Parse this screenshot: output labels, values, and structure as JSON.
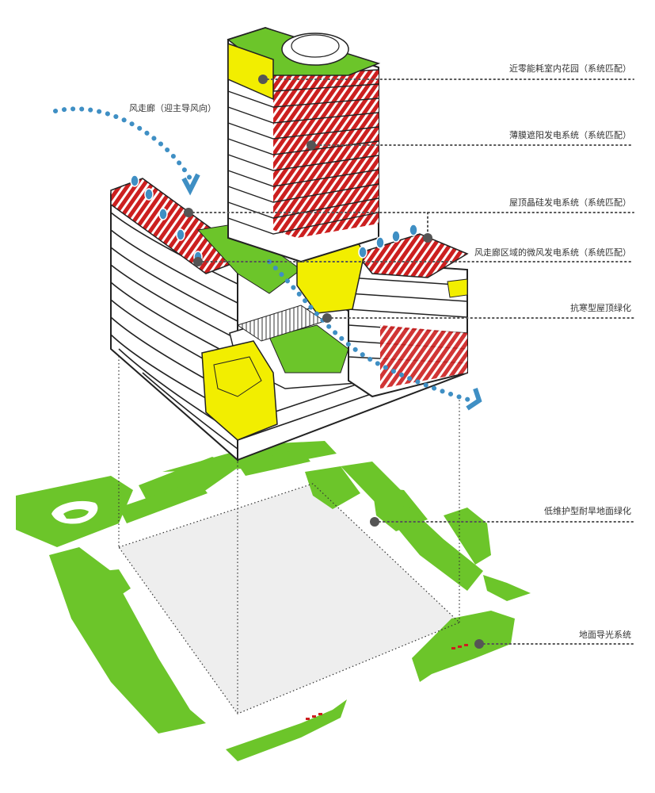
{
  "annotations": {
    "garden": "近零能耗室内花园（系统匹配）",
    "film_pv": "薄膜遮阳发电系统（系统匹配）",
    "roof_pv": "屋顶晶硅发电系统（系统匹配）",
    "micro_wind": "风走廊区域的微风发电系统（系统匹配）",
    "roof_green": "抗寒型屋顶绿化",
    "ground_green": "低维护型耐旱地面绿化",
    "ground_light": "地面导光系统",
    "wind_corridor": "风走廊（迎主导风向）"
  },
  "colors": {
    "green": "#6cc52a",
    "red": "#cc1f1f",
    "yellow": "#f2ee00",
    "wind": "#3f8fc4",
    "leader": "#555555",
    "outline": "#222222"
  }
}
